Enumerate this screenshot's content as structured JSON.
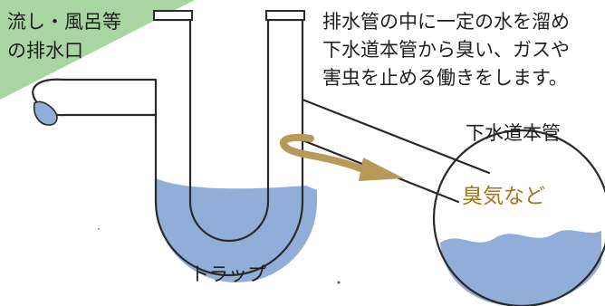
{
  "labels": {
    "drain_inlet_line1": "流し・風呂等",
    "drain_inlet_line2": "の排水口",
    "description_line1": "排水管の中に一定の水を溜め",
    "description_line2": "下水道本管から臭い、ガスや",
    "description_line3": "害虫を止める働きをします。",
    "sewer_main": "下水道本管",
    "odor": "臭気など",
    "trap": "トラップ"
  },
  "colors": {
    "corner_banner": "#a8d5a2",
    "pipe_fill": "#ffffff",
    "pipe_outline": "#2a2a2a",
    "water": "#90aed8",
    "arrow": "#b79a59",
    "odor_text": "#a4761d"
  }
}
